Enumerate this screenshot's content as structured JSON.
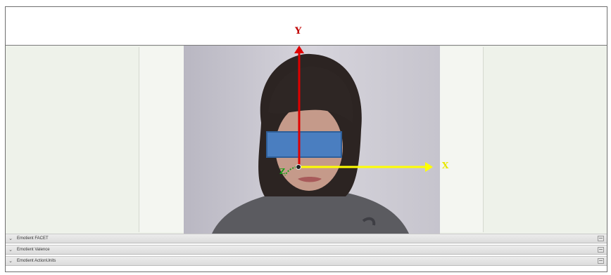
{
  "axes": {
    "y_label": "Y",
    "x_label": "X",
    "z_label": "Z",
    "y_color": "#e00000",
    "x_color": "#ffff00",
    "z_color": "#18a018"
  },
  "panels": [
    {
      "label": "Emotient FACET",
      "icon": "chevron-down-icon"
    },
    {
      "label": "Emotient Valence",
      "icon": "chevron-down-icon"
    },
    {
      "label": "Emotient ActionUnits",
      "icon": "chevron-down-icon"
    }
  ],
  "redaction_color": "#4a7ec0"
}
